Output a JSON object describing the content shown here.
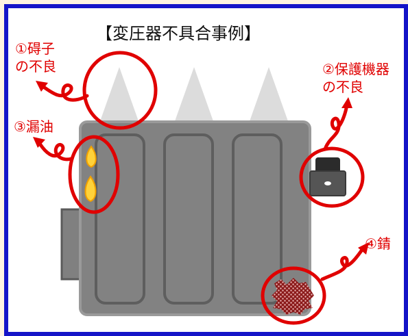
{
  "title": "【変圧器不具合事例】",
  "callouts": [
    {
      "id": "insulator",
      "line1": "①碍子",
      "line2": "の不良"
    },
    {
      "id": "protection",
      "line1": "②保護機器",
      "line2": "の不良"
    },
    {
      "id": "oil-leak",
      "line1": "③漏油",
      "line2": ""
    },
    {
      "id": "rust",
      "line1": "④錆",
      "line2": ""
    }
  ],
  "colors": {
    "frame": "#1414c8",
    "page_bg": "#fdf3e2",
    "callout": "#e00000",
    "tank": "#7f7f7f",
    "bushing": "#dcdcdc",
    "flame": "#ffd23a",
    "rust": "#8b1a1a"
  }
}
